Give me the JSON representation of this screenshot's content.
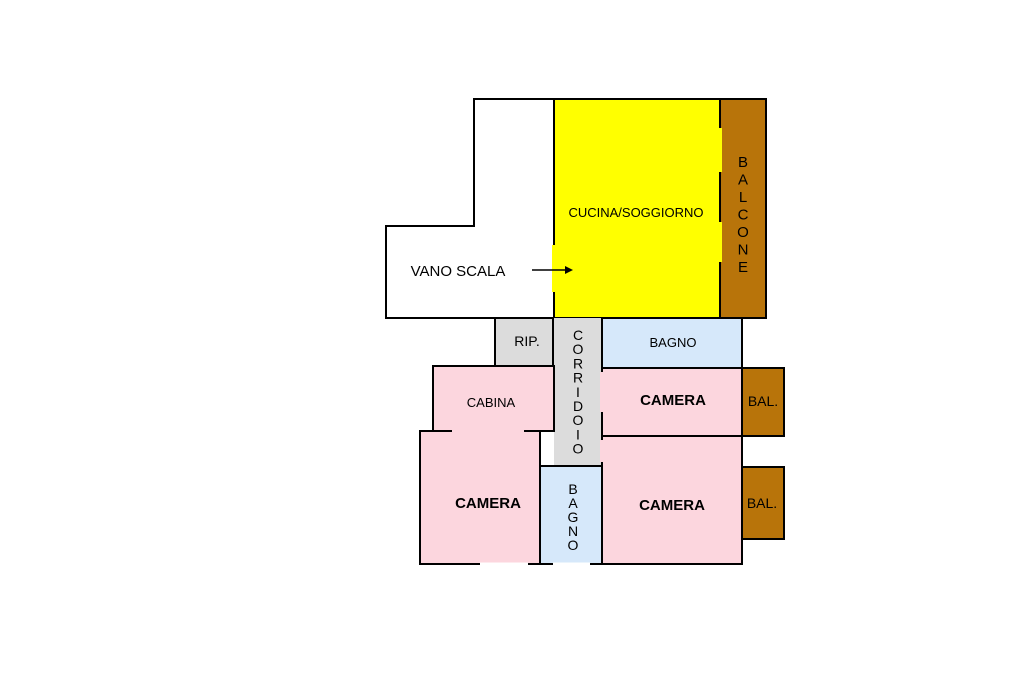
{
  "rooms": {
    "vano_scala": "VANO SCALA",
    "cucina": "CUCINA/SOGGIORNO",
    "balcone": "BALCONE",
    "rip": "RIP.",
    "corridoio": "CORRIDOIO",
    "bagno_top": "BAGNO",
    "cabina": "CABINA",
    "camera_right_top": "CAMERA",
    "bal_top": "BAL.",
    "camera_left": "CAMERA",
    "bagno_vertical": "BAGNO",
    "camera_right_bottom": "CAMERA",
    "bal_bottom": "BAL."
  },
  "colors": {
    "kitchen": "#ffff00",
    "balcony": "#b8740a",
    "bedroom": "#fcd6de",
    "bathroom": "#d6e8fa",
    "corridor": "#dcdcdc",
    "walls": "#000000"
  }
}
